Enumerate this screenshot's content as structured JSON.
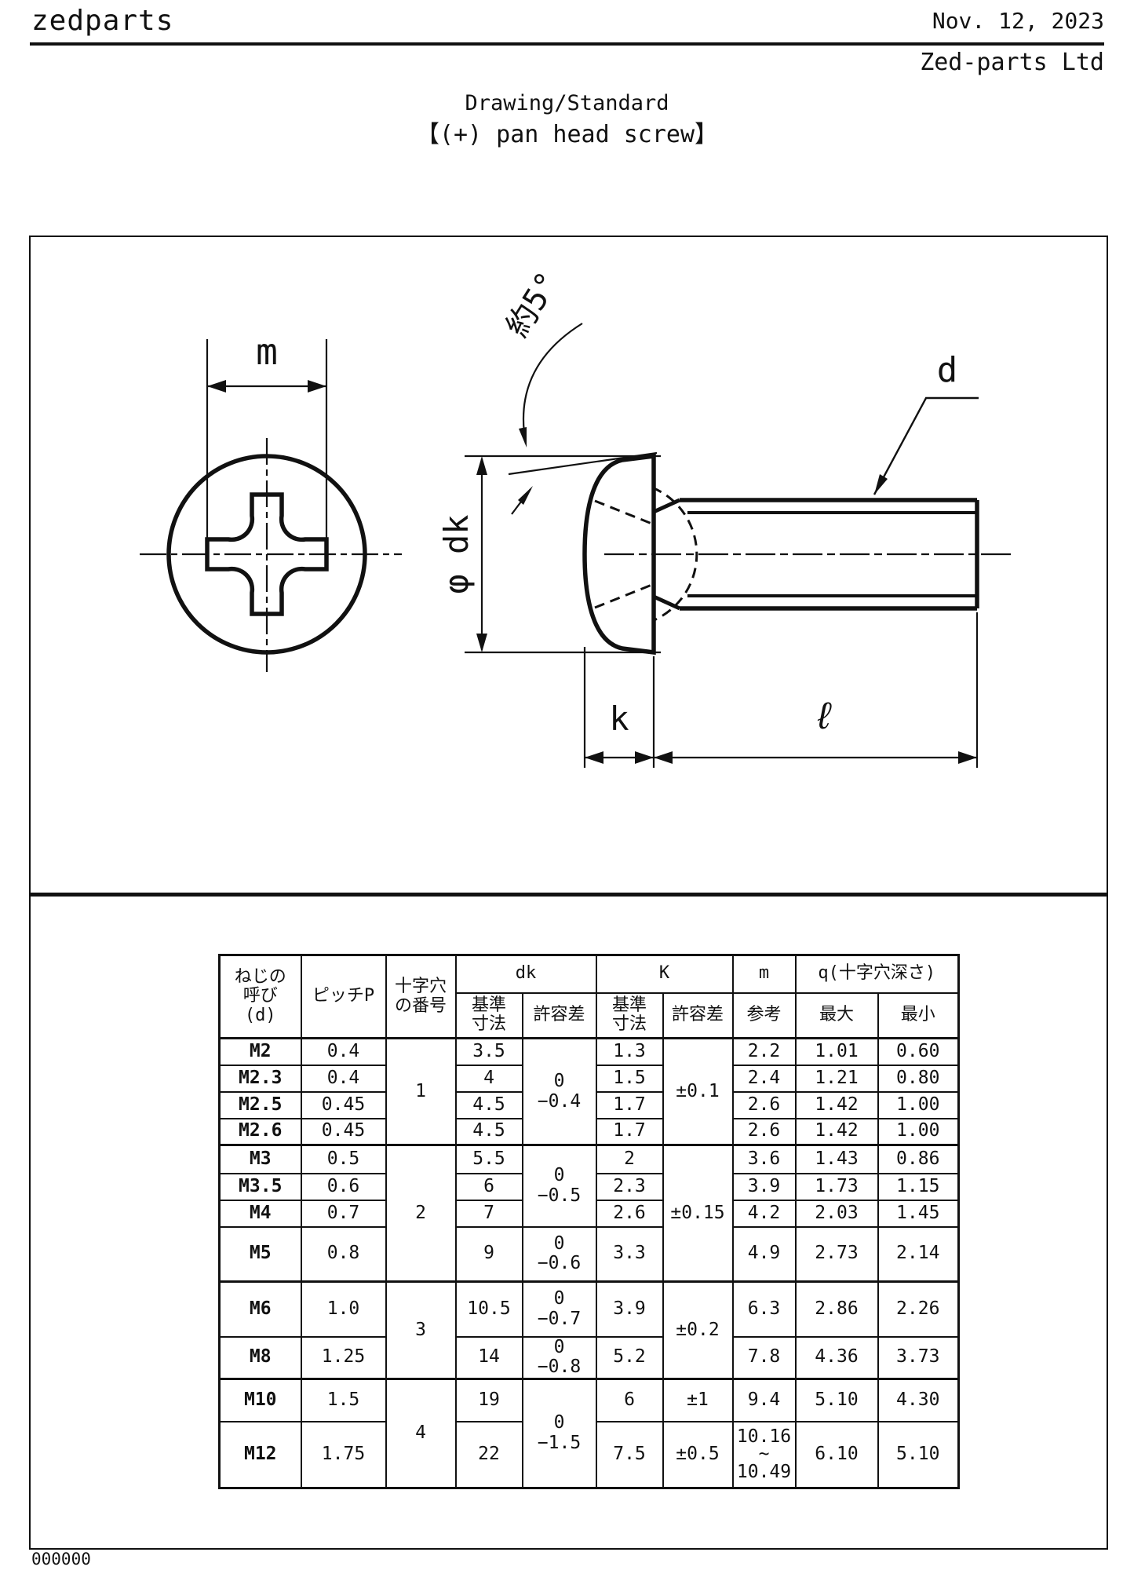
{
  "header": {
    "brand": "zedparts",
    "date": "Nov. 12, 2023",
    "company": "Zed-parts Ltd"
  },
  "title": {
    "line1": "Drawing/Standard",
    "line2": "【(+) pan head screw】"
  },
  "drawing": {
    "labels": {
      "slot_width": "m",
      "angle": "約5°",
      "head_diameter": "φ dk",
      "thread_diameter": "d",
      "head_height": "k",
      "length": "ℓ"
    }
  },
  "table": {
    "header_row_1": [
      "ねじの\n呼び\n(d)",
      "ピッチP",
      "十字穴\nの番号",
      "dk",
      "K",
      "m",
      "q(十字穴深さ)"
    ],
    "header_row_2": [
      "基準\n寸法",
      "許容差",
      "基準\n寸法",
      "許容差",
      "参考",
      "最大",
      "最小"
    ],
    "rows": [
      {
        "cells": [
          "M2",
          "0.4",
          "1",
          "3.5",
          "0\n−0.4",
          "1.3",
          "±0.1",
          "2.2",
          "1.01",
          "0.60"
        ]
      },
      {
        "cells": [
          "M2.3",
          "0.4",
          "4",
          "1.5",
          "2.4",
          "1.21",
          "0.80"
        ]
      },
      {
        "cells": [
          "M2.5",
          "0.45",
          "4.5",
          "1.7",
          "2.6",
          "1.42",
          "1.00"
        ]
      },
      {
        "cells": [
          "M2.6",
          "0.45",
          "4.5",
          "1.7",
          "2.6",
          "1.42",
          "1.00"
        ]
      },
      {
        "cells": [
          "M3",
          "0.5",
          "2",
          "5.5",
          "0\n−0.5",
          "2",
          "±0.15",
          "3.6",
          "1.43",
          "0.86"
        ]
      },
      {
        "cells": [
          "M3.5",
          "0.6",
          "6",
          "2.3",
          "3.9",
          "1.73",
          "1.15"
        ]
      },
      {
        "cells": [
          "M4",
          "0.7",
          "7",
          "2.6",
          "4.2",
          "2.03",
          "1.45"
        ]
      },
      {
        "cells": [
          "M5",
          "0.8",
          "9",
          "0\n−0.6",
          "3.3",
          "4.9",
          "2.73",
          "2.14"
        ]
      },
      {
        "cells": [
          "M6",
          "1.0",
          "3",
          "10.5",
          "0\n−0.7",
          "3.9",
          "±0.2",
          "6.3",
          "2.86",
          "2.26"
        ]
      },
      {
        "cells": [
          "M8",
          "1.25",
          "14",
          "0\n−0.8",
          "5.2",
          "7.8",
          "4.36",
          "3.73"
        ]
      },
      {
        "cells": [
          "M10",
          "1.5",
          "4",
          "19",
          "0\n−1.5",
          "6",
          "±1",
          "9.4",
          "5.10",
          "4.30"
        ]
      },
      {
        "cells": [
          "M12",
          "1.75",
          "22",
          "7.5",
          "±0.5",
          "10.16\n~\n10.49",
          "6.10",
          "5.10"
        ]
      }
    ]
  },
  "footer": {
    "doc_number": "000000"
  }
}
